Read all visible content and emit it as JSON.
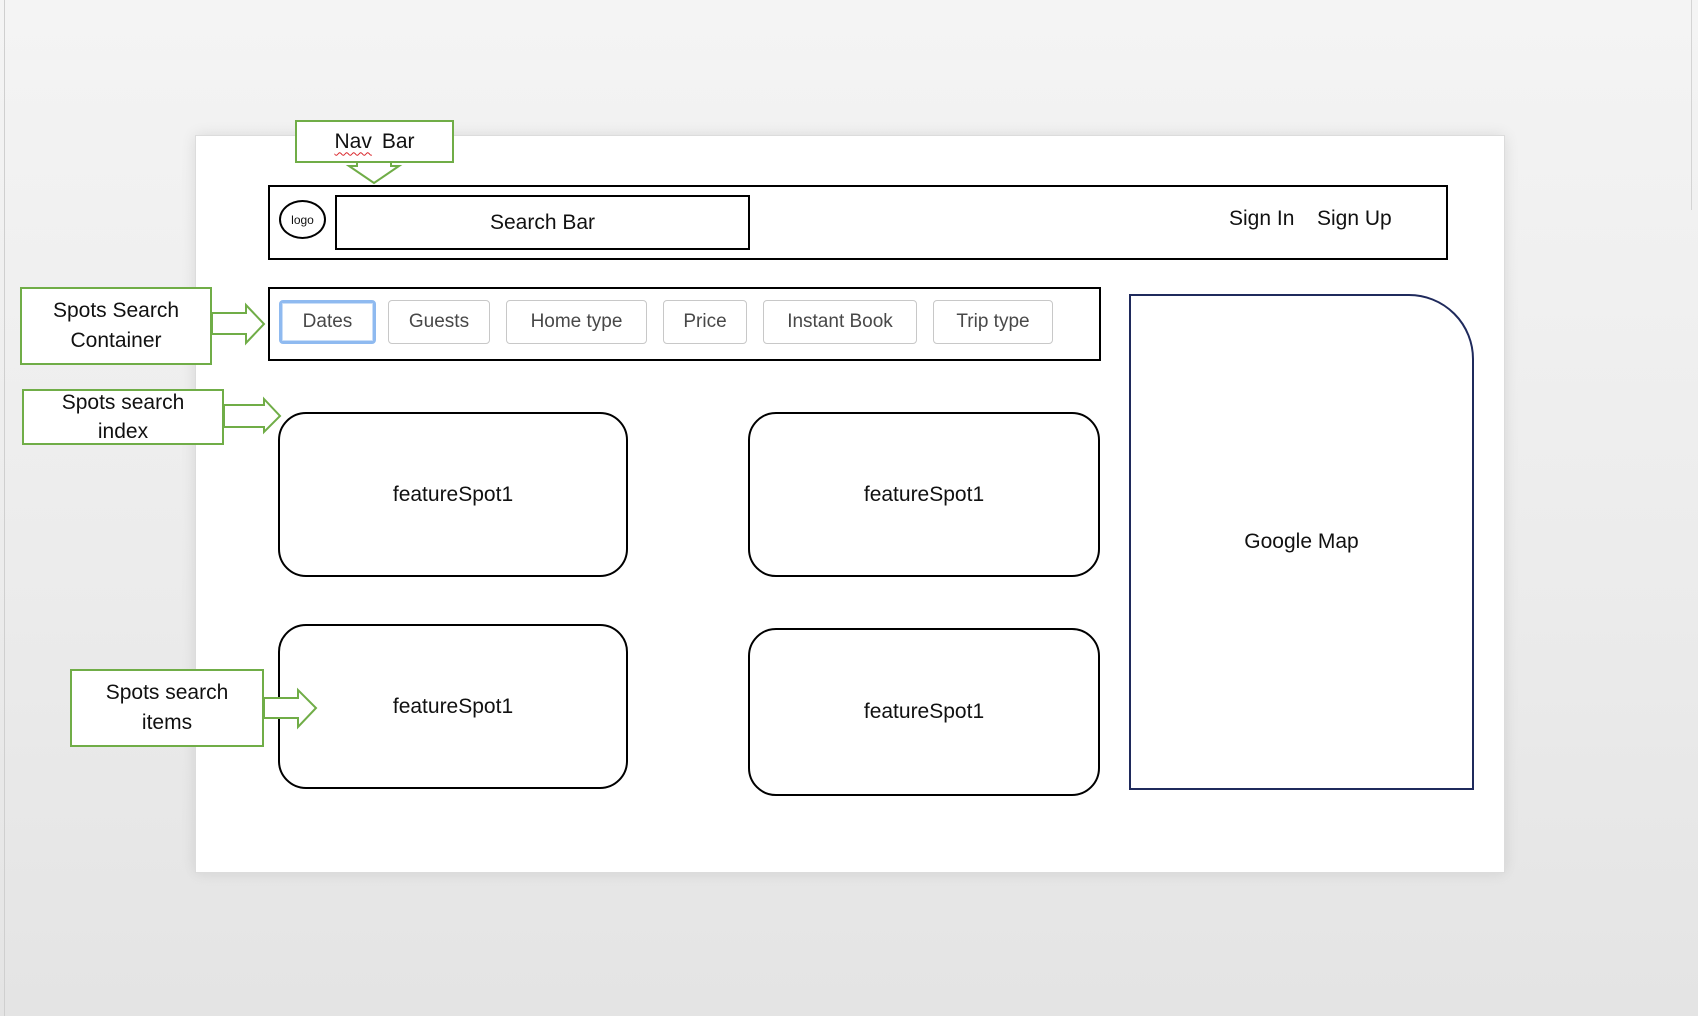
{
  "diagram": {
    "nav_bar": {
      "label_part1": "Nav",
      "label_part2": "Bar",
      "logo": "logo",
      "search_bar": "Search Bar",
      "sign_in": "Sign In",
      "sign_up": "Sign Up"
    },
    "filters": [
      "Dates",
      "Guests",
      "Home type",
      "Price",
      "Instant Book",
      "Trip type"
    ],
    "spots": [
      "featureSpot1",
      "featureSpot1",
      "featureSpot1",
      "featureSpot1"
    ],
    "map_label": "Google Map",
    "callouts": {
      "nav_bar": "Nav Bar",
      "container_line1": "Spots Search",
      "container_line2": "Container",
      "index_line1": "Spots search",
      "index_line2": "index",
      "items_line1": "Spots search",
      "items_line2": "items"
    },
    "colors": {
      "callout_border": "#70ad47",
      "map_border": "#1f2a5c",
      "active_chip_border": "#8fbaf0",
      "spellcheck_underline": "#d9262b"
    }
  }
}
